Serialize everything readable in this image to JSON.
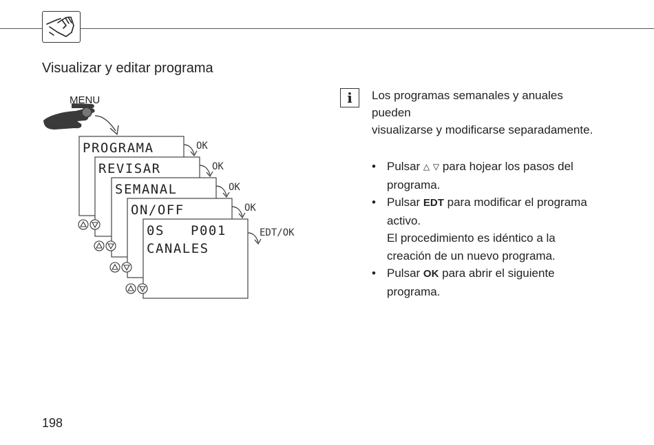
{
  "header": {
    "icon": "hand-touch-icon"
  },
  "title": "Visualizar y editar programa",
  "diagram": {
    "menu_label": "MENU",
    "screens": [
      "PROGRAMA",
      "REVISAR",
      "SEMANAL",
      "ON/OFF"
    ],
    "last_screen": {
      "line1_left": "0S",
      "line1_right": "P001",
      "line2": "CANALES"
    },
    "ok_label": "OK",
    "edt_ok_label": "EDT/OK"
  },
  "info": {
    "icon": "info-icon",
    "paragraph_lines": [
      "Los programas semanales y anuales",
      "pueden",
      "visualizarse y modificarse separadamente."
    ]
  },
  "bullets": [
    {
      "pre": "Pulsar ",
      "up": "△",
      "down": "▽",
      "post": " para hojear los pasos del",
      "cont": [
        "programa."
      ]
    },
    {
      "pre": "Pulsar ",
      "kw": "EDT",
      "post": " para modificar el programa",
      "cont": [
        "activo.",
        "El procedimiento es idéntico a la",
        "creación de un nuevo programa."
      ]
    },
    {
      "pre": "Pulsar ",
      "kw": "OK",
      "post": " para abrir el siguiente",
      "cont": [
        "programa."
      ]
    }
  ],
  "page_number": "198"
}
